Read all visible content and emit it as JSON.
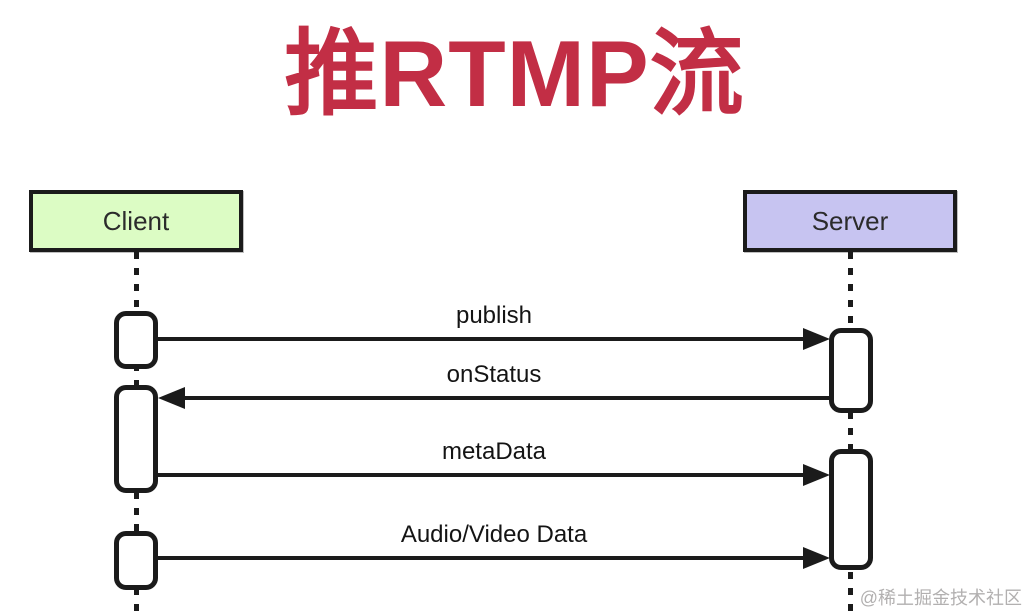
{
  "title": "推RTMP流",
  "watermark": "@稀土掘金技术社区",
  "colors": {
    "title_red": "#c22e45",
    "client_fill": "#dcfcc4",
    "server_fill": "#c7c4f1",
    "line_black": "#1b1b1b",
    "watermark_gray": "#b2b0b0"
  },
  "actors": [
    {
      "id": "client",
      "label": "Client"
    },
    {
      "id": "server",
      "label": "Server"
    }
  ],
  "messages": [
    {
      "label": "publish",
      "from": "client",
      "to": "server",
      "direction": "right"
    },
    {
      "label": "onStatus",
      "from": "server",
      "to": "client",
      "direction": "left"
    },
    {
      "label": "metaData",
      "from": "client",
      "to": "server",
      "direction": "right"
    },
    {
      "label": "Audio/Video Data",
      "from": "client",
      "to": "server",
      "direction": "right"
    }
  ]
}
